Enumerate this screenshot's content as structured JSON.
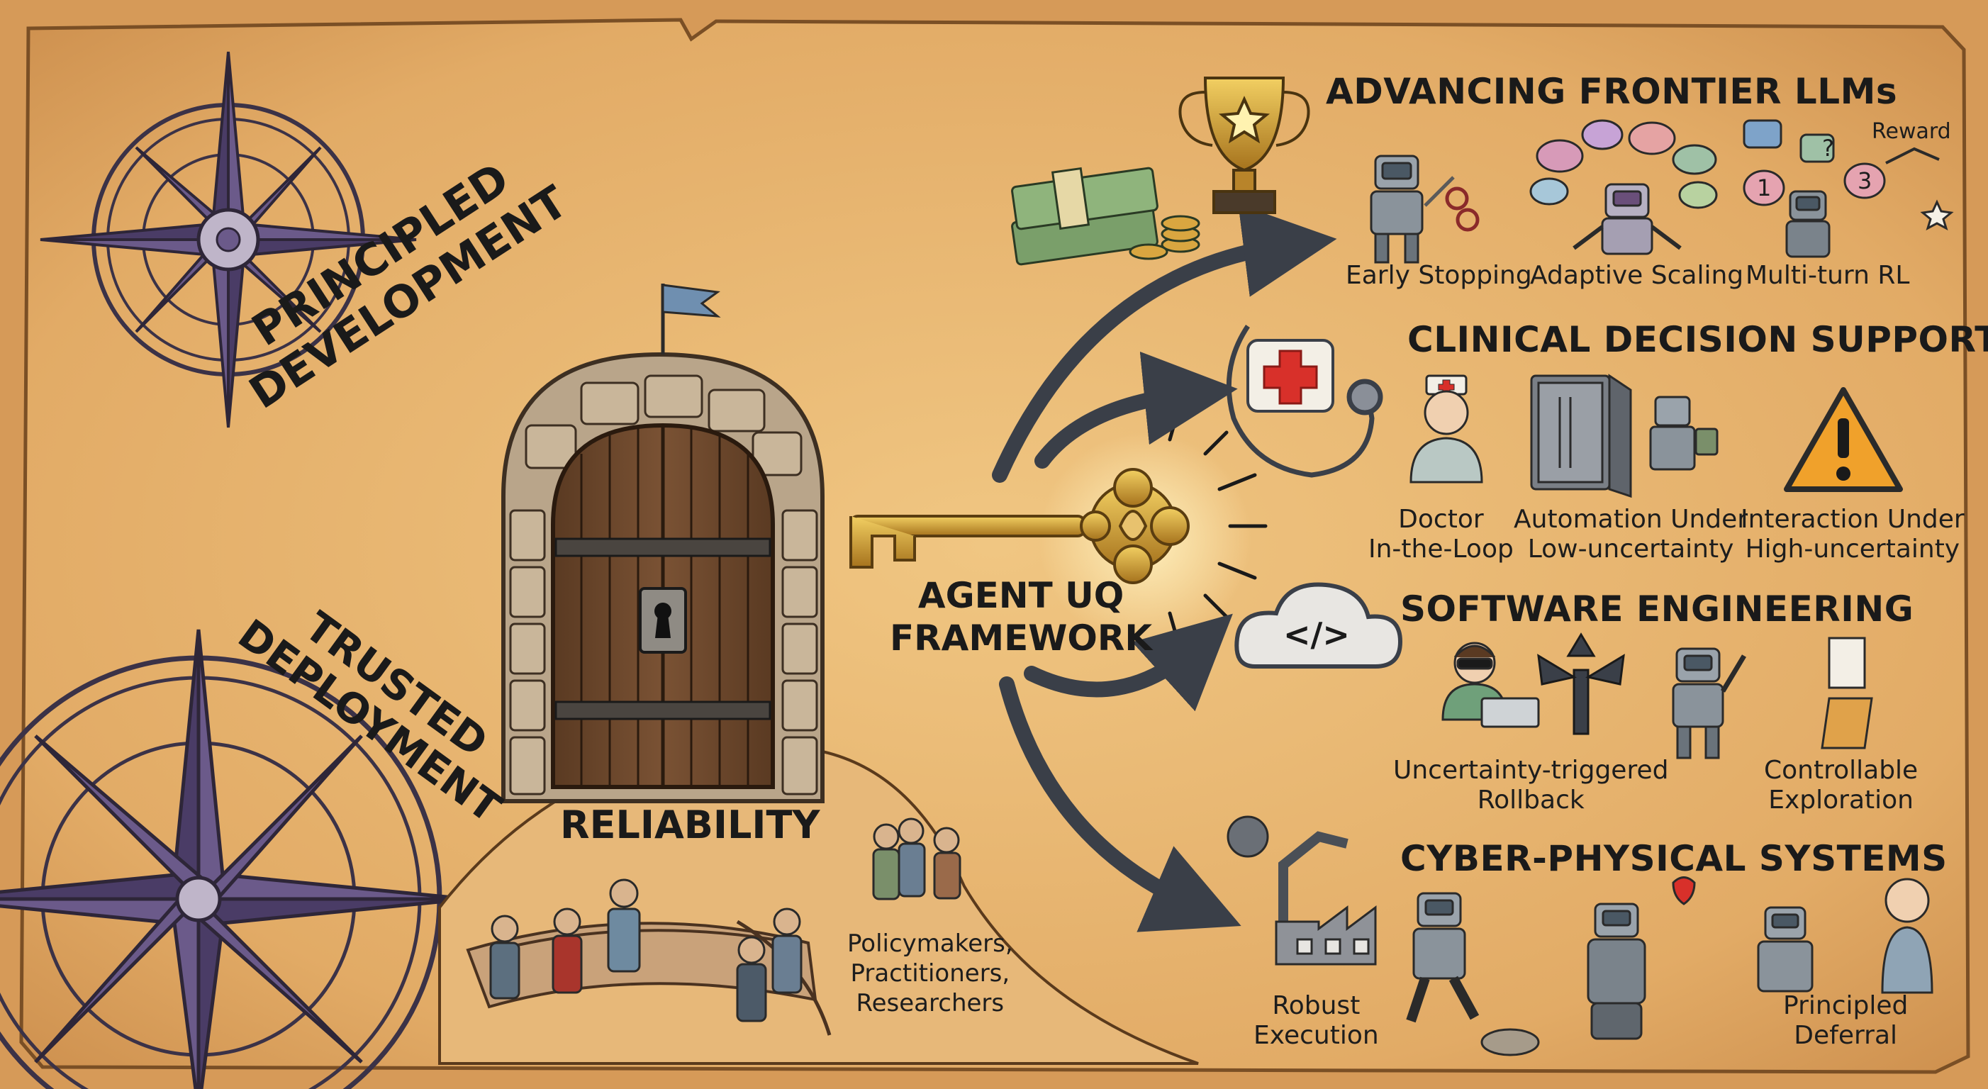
{
  "compass_labels": {
    "principled": [
      "PRINCIPLED",
      "DEVELOPMENT"
    ],
    "trusted": [
      "TRUSTED",
      "DEPLOYMENT"
    ]
  },
  "center": {
    "door_label": "RELIABILITY",
    "key_label": [
      "AGENT UQ",
      "FRAMEWORK"
    ],
    "stakeholders": [
      "Policymakers,",
      "Practitioners,",
      "Researchers"
    ]
  },
  "sections": {
    "llm": {
      "title": "ADVANCING FRONTIER LLMs",
      "items": [
        "Early Stopping",
        "Adaptive Scaling",
        "Multi-turn RL"
      ],
      "reward_label": "Reward",
      "bubble_numbers": [
        "1",
        "?",
        "3"
      ]
    },
    "clinical": {
      "title": "CLINICAL DECISION SUPPORT",
      "items": [
        [
          "Doctor",
          "In-the-Loop"
        ],
        [
          "Automation Under",
          "Low-uncertainty"
        ],
        [
          "Interaction Under",
          "High-uncertainty"
        ]
      ]
    },
    "software": {
      "title": "SOFTWARE ENGINEERING",
      "items": [
        [
          "Uncertainty-triggered",
          "Rollback"
        ],
        [
          "Controllable",
          "Exploration"
        ]
      ],
      "code_symbol": "</>"
    },
    "cps": {
      "title": "CYBER-PHYSICAL SYSTEMS",
      "items": [
        [
          "Robust",
          "Execution"
        ],
        [
          "Principled",
          "Deferral"
        ]
      ]
    }
  },
  "colors": {
    "parchment": "#e3b06e",
    "ink": "#1a1a1a",
    "compass_purple": "#5b4a7c",
    "arrow": "#3a3f48",
    "door_wood": "#6e4b30",
    "stone": "#b9a58a",
    "gold": "#c9932e",
    "medical_red": "#d8302a",
    "warning_orange": "#f0a12b"
  }
}
